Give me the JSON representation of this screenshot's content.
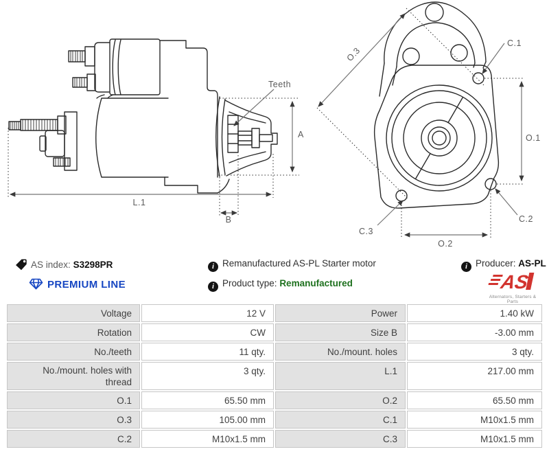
{
  "colors": {
    "premium_blue": "#1646c2",
    "product_green": "#1d701d",
    "logo_red": "#d2342f"
  },
  "side_view": {
    "teeth_label": "Teeth",
    "a_label": "A",
    "l1_label": "L.1",
    "b_label": "B"
  },
  "front_view": {
    "o3_label": "O.3",
    "c1_label": "C.1",
    "o1_label": "O.1",
    "c2_label": "C.2",
    "c3_label": "C.3",
    "o2_label": "O.2"
  },
  "info": {
    "as_index_label": "AS index:",
    "as_index_value": "S3298PR",
    "premium_line": "PREMIUM LINE",
    "description": "Remanufactured AS-PL Starter motor",
    "product_type_label": "Product type:",
    "product_type_value": "Remanufactured",
    "producer_label": "Producer:",
    "producer_value": "AS-PL",
    "logo_text": "AS",
    "logo_tagline": "Alternators, Starters & Parts"
  },
  "spec_table": {
    "rows": [
      {
        "c0": "Voltage",
        "c1": "12 V",
        "c2": "Power",
        "c3": "1.40 kW"
      },
      {
        "c0": "Rotation",
        "c1": "CW",
        "c2": "Size B",
        "c3": "-3.00 mm"
      },
      {
        "c0": "No./teeth",
        "c1": "11 qty.",
        "c2": "No./mount. holes",
        "c3": "3 qty."
      },
      {
        "c0": "No./mount. holes with thread",
        "c1": "3 qty.",
        "c2": "L.1",
        "c3": "217.00 mm"
      },
      {
        "c0": "O.1",
        "c1": "65.50 mm",
        "c2": "O.2",
        "c3": "65.50 mm"
      },
      {
        "c0": "O.3",
        "c1": "105.00 mm",
        "c2": "C.1",
        "c3": "M10x1.5 mm"
      },
      {
        "c0": "C.2",
        "c1": "M10x1.5 mm",
        "c2": "C.3",
        "c3": "M10x1.5 mm"
      }
    ]
  }
}
